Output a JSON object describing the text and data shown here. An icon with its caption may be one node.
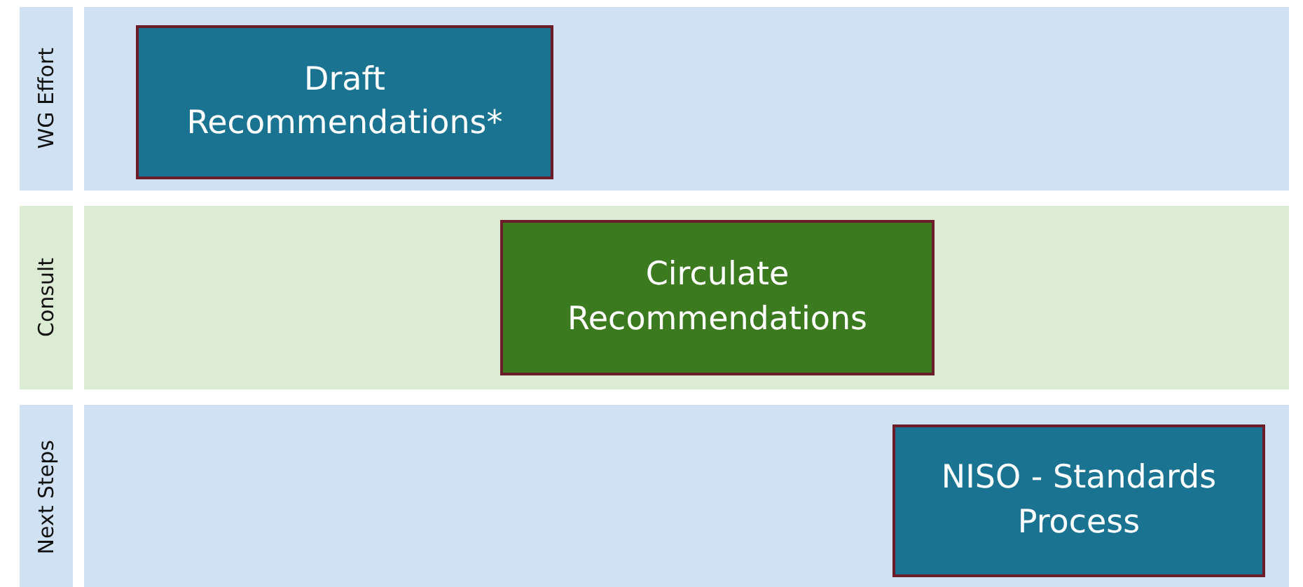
{
  "diagram": {
    "nodes": [
      {
        "text": [
          "WG Effort"
        ]
      },
      {
        "text": [
          "Draft Recommendations*"
        ],
        "in": 0
      },
      {
        "text": [
          "Consult"
        ]
      },
      {
        "text": [
          "Circulate Recommendations"
        ],
        "in": 2
      },
      {
        "text": [
          "Next Steps"
        ]
      },
      {
        "text": [
          "NISO - Standards Process"
        ],
        "in": 4
      }
    ],
    "edges": []
  }
}
